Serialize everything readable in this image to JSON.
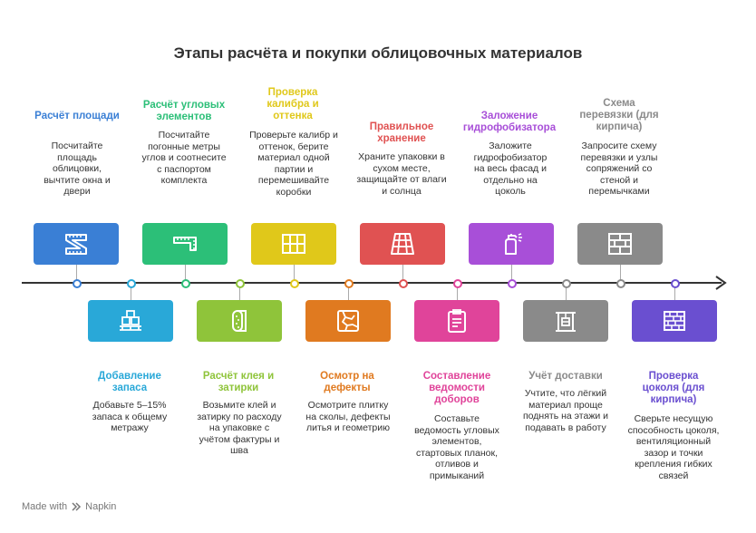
{
  "title": "Этапы расчёта и покупки облицовочных материалов",
  "steps_top": [
    {
      "title": "Расчёт площади",
      "desc": "Посчитайте площадь облицовки, вычтите окна и двери",
      "color": "#3a7fd5",
      "icon": "ruler-icon"
    },
    {
      "title": "Расчёт угловых элементов",
      "desc": "Посчитайте погонные метры углов и соотнесите с паспортом комплекта",
      "color": "#2cbf78",
      "icon": "corner-ruler-icon"
    },
    {
      "title": "Проверка калибра и оттенка",
      "desc": "Проверьте калибр и оттенок, берите материал одной партии и перемешивайте коробки",
      "color": "#e0c81a",
      "icon": "tile-grid-icon"
    },
    {
      "title": "Правильное хранение",
      "desc": "Храните упаковки в сухом месте, защищайте от влаги и солнца",
      "color": "#e05252",
      "icon": "tile-stack-icon"
    },
    {
      "title": "Заложение гидрофобизатора",
      "desc": "Заложите гидрофобизатор на весь фасад и отдельно на цоколь",
      "color": "#a84fd8",
      "icon": "spray-bottle-icon"
    },
    {
      "title": "Схема перевязки (для кирпича)",
      "desc": "Запросите схему перевязки и узлы сопряжений со стеной и перемычками",
      "color": "#8a8a8a",
      "icon": "brick-pattern-icon"
    }
  ],
  "steps_bottom": [
    {
      "title": "Добавление запаса",
      "desc": "Добавьте 5–15% запаса к общему метражу",
      "color": "#29a8d8",
      "icon": "pallet-boxes-icon"
    },
    {
      "title": "Расчёт клея и затирки",
      "desc": "Возьмите клей и затирку по расходу на упаковке с учётом фактуры и шва",
      "color": "#8fc43a",
      "icon": "glue-roll-icon"
    },
    {
      "title": "Осмотр на дефекты",
      "desc": "Осмотрите плитку на сколы, дефекты литья и геометрию",
      "color": "#e07a20",
      "icon": "cracked-tile-icon"
    },
    {
      "title": "Составление ведомости доборов",
      "desc": "Составьте ведомость угловых элементов, стартовых планок, отливов и примыканий",
      "color": "#e0449a",
      "icon": "checklist-icon"
    },
    {
      "title": "Учёт доставки",
      "desc": "Учтите, что лёгкий материал проще поднять на этажи и подавать в работу",
      "color": "#8a8a8a",
      "icon": "elevator-icon"
    },
    {
      "title": "Проверка цоколя (для кирпича)",
      "desc": "Сверьте несущую способность цоколя, вентиляционный зазор и точки крепления гибких связей",
      "color": "#6a4fd0",
      "icon": "brick-wall-icon"
    }
  ],
  "credit": "Made with",
  "credit_brand": "Napkin"
}
